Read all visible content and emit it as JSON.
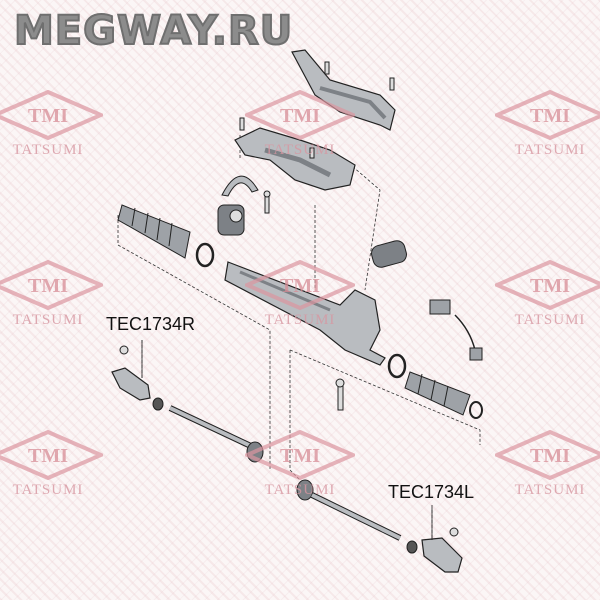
{
  "watermark": {
    "site": "MEGWAY.RU",
    "logo_text": "TMI",
    "brand": "TATSUMI"
  },
  "labels": {
    "right_tie_rod_end": "TEC1734R",
    "left_tie_rod_end": "TEC1734L"
  },
  "colors": {
    "part_fill": "#b9bcc0",
    "part_dark": "#7d8186",
    "watermark_pink": "#e2a3ad",
    "site_grey": "#8c8c8c"
  }
}
